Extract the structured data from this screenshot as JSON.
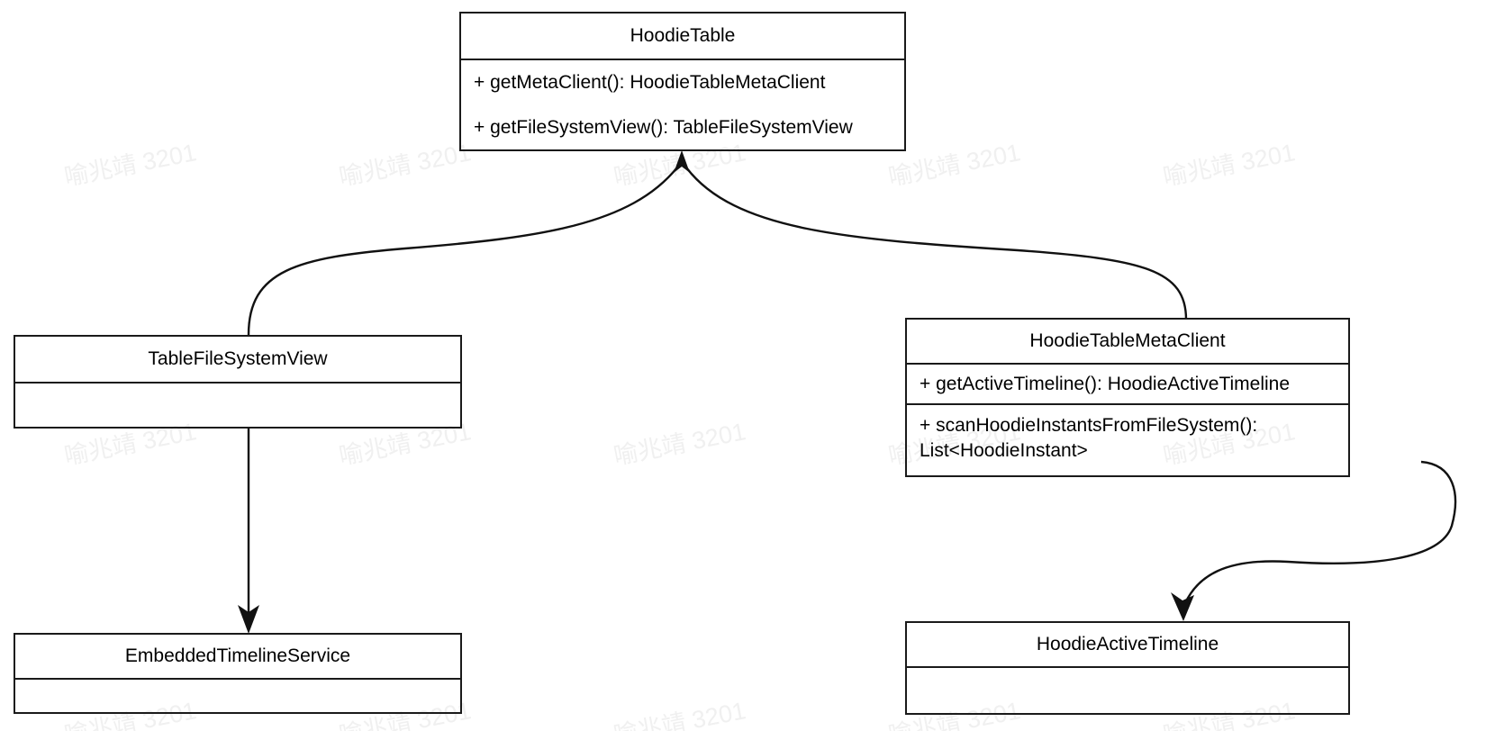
{
  "diagram": {
    "type": "uml-class-diagram",
    "background_color": "#ffffff",
    "line_color": "#111111",
    "text_color": "#000000"
  },
  "watermark": {
    "text": "喻兆靖 3201",
    "color": "#f0f0f0",
    "rotation_deg": -11
  },
  "classes": [
    {
      "id": "hoodie-table",
      "name": "HoodieTable",
      "methods": [
        "+ getMetaClient(): HoodieTableMetaClient",
        "+ getFileSystemView(): TableFileSystemView"
      ]
    },
    {
      "id": "table-file-system-view",
      "name": "TableFileSystemView",
      "methods": []
    },
    {
      "id": "hoodie-table-meta-client",
      "name": "HoodieTableMetaClient",
      "methods": [
        "+ getActiveTimeline(): HoodieActiveTimeline",
        "+ scanHoodieInstantsFromFileSystem():",
        "List<HoodieInstant>"
      ]
    },
    {
      "id": "embedded-timeline-service",
      "name": "EmbeddedTimelineService",
      "methods": []
    },
    {
      "id": "hoodie-active-timeline",
      "name": "HoodieActiveTimeline",
      "methods": []
    }
  ],
  "relations": [
    {
      "id": "rel-tfsv-to-hoodietable",
      "from": "table-file-system-view",
      "to": "hoodie-table",
      "style": "curved",
      "arrow": "open-filled"
    },
    {
      "id": "rel-metaclient-to-hoodietable",
      "from": "hoodie-table-meta-client",
      "to": "hoodie-table",
      "style": "curved",
      "arrow": "open-filled"
    },
    {
      "id": "rel-tfsv-to-ets",
      "from": "table-file-system-view",
      "to": "embedded-timeline-service",
      "style": "straight",
      "arrow": "filled"
    },
    {
      "id": "rel-metaclient-to-timeline",
      "from": "hoodie-table-meta-client",
      "to": "hoodie-active-timeline",
      "style": "curved",
      "arrow": "filled"
    }
  ]
}
